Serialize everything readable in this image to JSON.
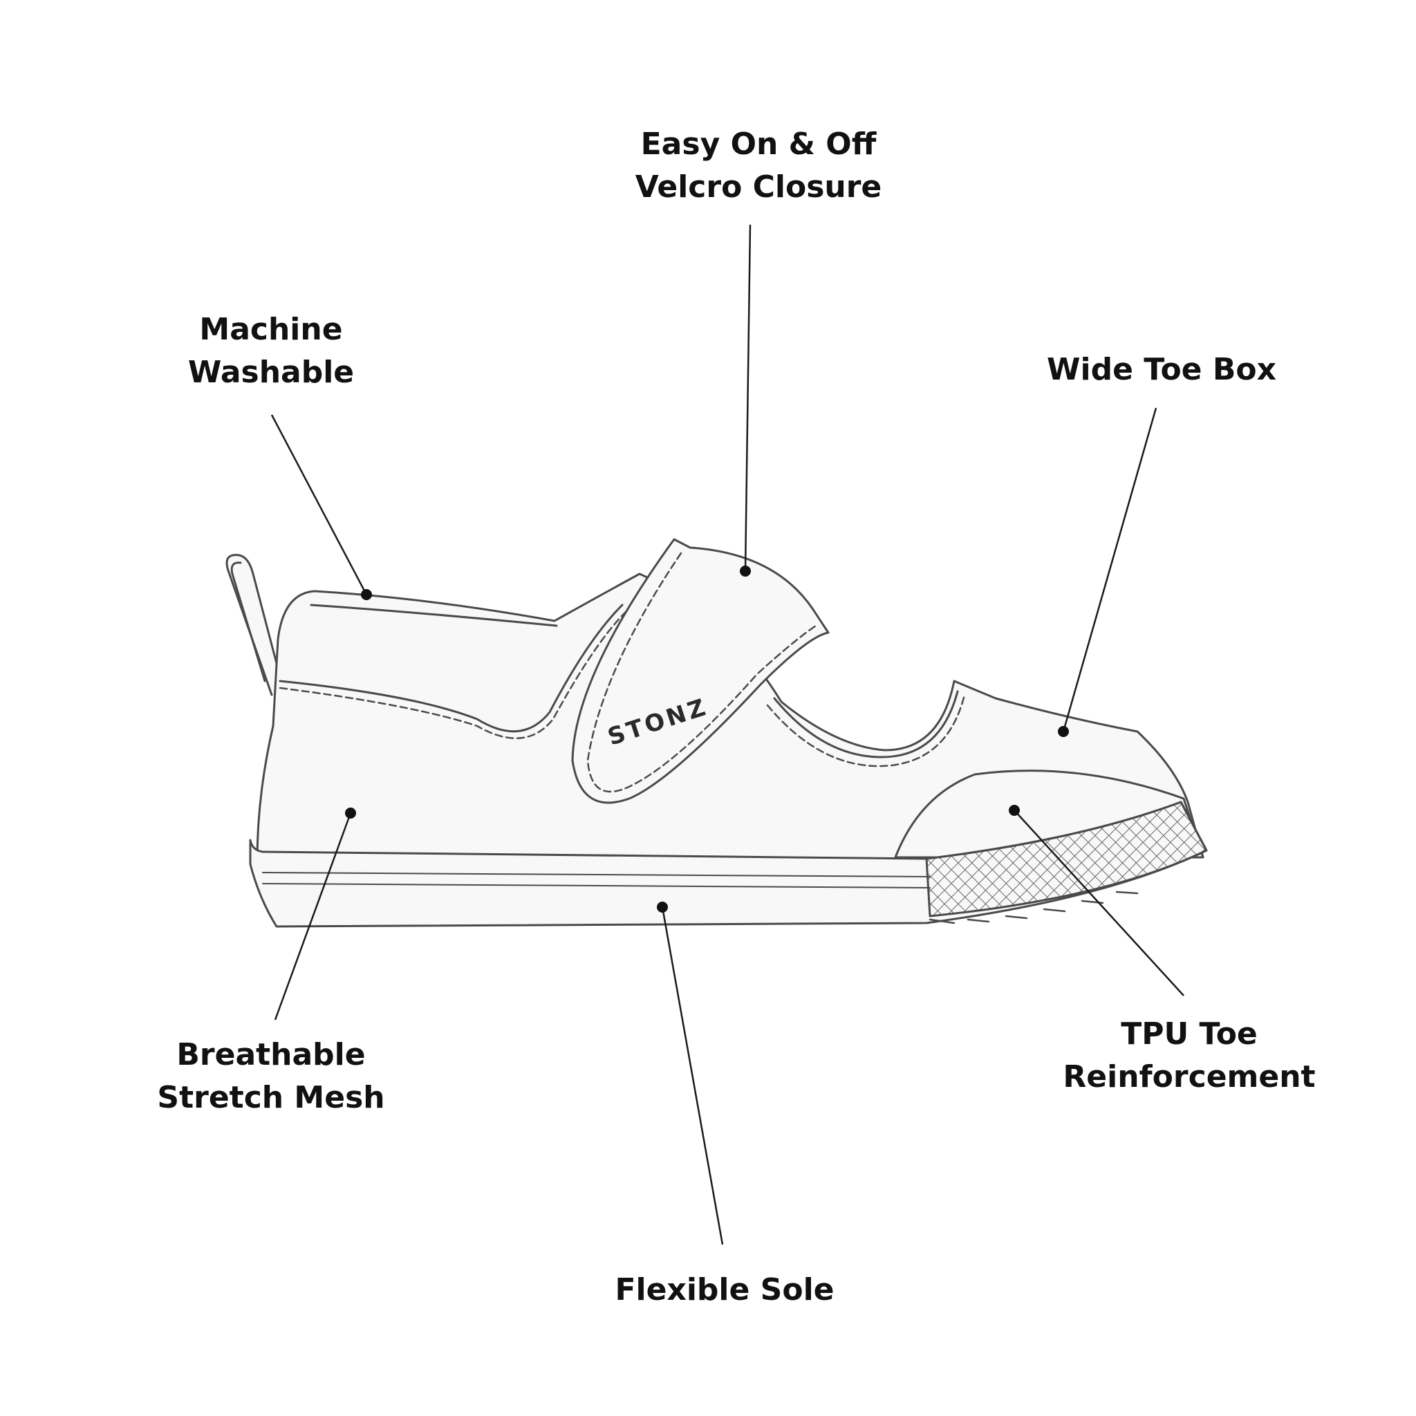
{
  "brand": {
    "logo_text": "STONZ"
  },
  "colors": {
    "outline": "#4a4a4a",
    "shoe_fill": "#f8f8f8",
    "text": "#111111",
    "leader": "#1a1a1a"
  },
  "callouts": {
    "velcro": {
      "line1": "Easy On & Off",
      "line2": "Velcro Closure"
    },
    "washable": {
      "line1": "Machine",
      "line2": "Washable"
    },
    "toebox": {
      "line1": "Wide Toe Box"
    },
    "mesh": {
      "line1": "Breathable",
      "line2": "Stretch Mesh"
    },
    "tpu": {
      "line1": "TPU Toe",
      "line2": "Reinforcement"
    },
    "sole": {
      "line1": "Flexible Sole"
    }
  }
}
